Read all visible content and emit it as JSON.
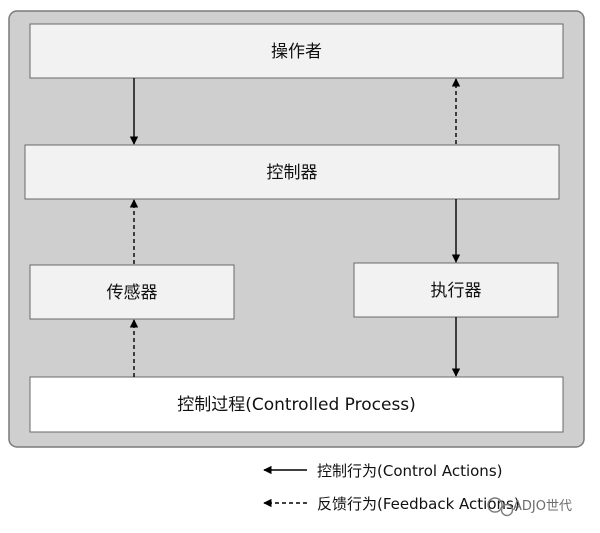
{
  "diagram": {
    "nodes": {
      "operator": "操作者",
      "controller": "控制器",
      "sensor": "传感器",
      "actuator": "执行器",
      "process": "控制过程(Controlled Process)"
    },
    "legend": {
      "control_actions": "控制行为(Control Actions)",
      "feedback_actions": "反馈行为(Feedback Actions)"
    },
    "colors": {
      "panel_fill": "#cfcfcf",
      "node_fill": "#f2f2f2",
      "process_fill": "#ffffff",
      "arrow": "#000000"
    },
    "watermark": {
      "text": "ADJO世代"
    }
  }
}
